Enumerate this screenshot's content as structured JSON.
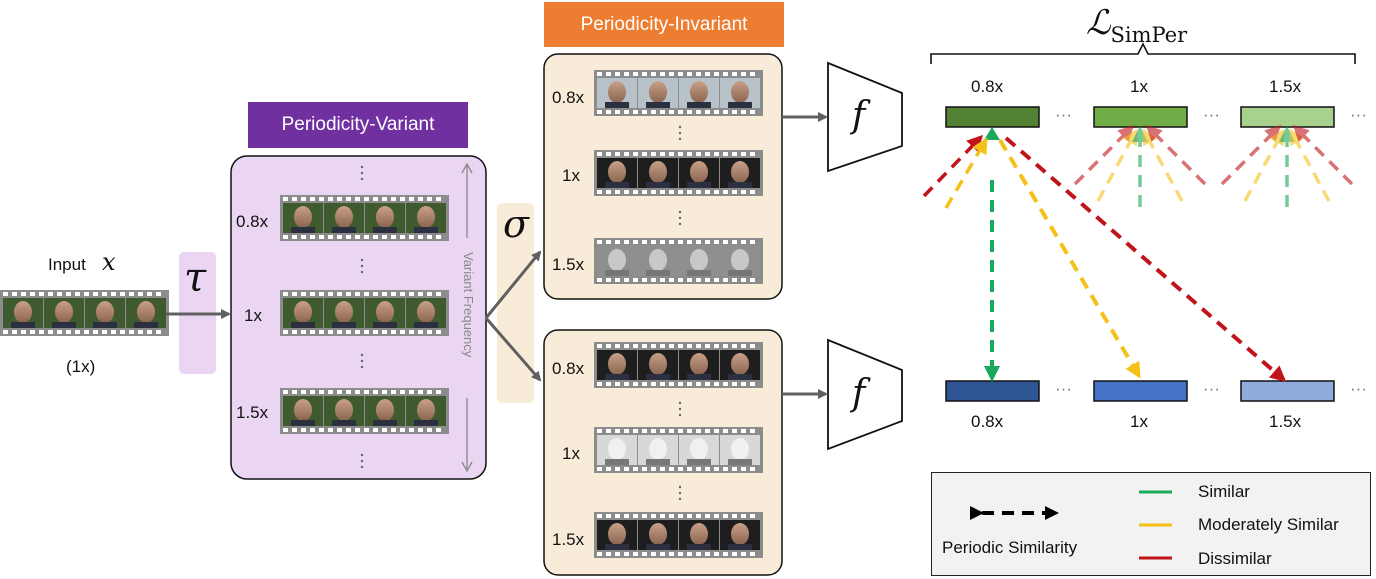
{
  "input": {
    "label": "Input",
    "symbol": "x",
    "rate": "(1x)"
  },
  "tau": "τ",
  "sigma": "σ",
  "f_symbol": "f",
  "variant": {
    "header": "Periodicity-Variant",
    "axis_label": "Variant Frequency",
    "rates": [
      "0.8x",
      "1x",
      "1.5x"
    ]
  },
  "invariant": {
    "header": "Periodicity-Invariant",
    "rates_top": [
      "0.8x",
      "1x",
      "1.5x"
    ],
    "rates_bottom": [
      "0.8x",
      "1x",
      "1.5x"
    ]
  },
  "loss": {
    "symbol": "ℒ",
    "subscript": "SimPer"
  },
  "features": {
    "top_labels": [
      "0.8x",
      "1x",
      "1.5x"
    ],
    "bottom_labels": [
      "0.8x",
      "1x",
      "1.5x"
    ],
    "ellipsis": "···",
    "top_colors": [
      "#548235",
      "#70ad47",
      "#a9d18e"
    ],
    "bottom_colors": [
      "#2f5597",
      "#4472c4",
      "#8faadc"
    ]
  },
  "legend": {
    "periodic_label": "Periodic Similarity",
    "items": [
      {
        "label": "Similar",
        "color": "#1aa85a"
      },
      {
        "label": "Moderately Similar",
        "color": "#f5c118"
      },
      {
        "label": "Dissimilar",
        "color": "#c0141b"
      }
    ]
  },
  "colors": {
    "variant_header": "#7030a0",
    "variant_box": "#ead6f3",
    "invariant_header": "#ed7d31",
    "invariant_box": "#f8ecd9",
    "op_band": "#f8ecd9",
    "tau_band": "#ead6f3",
    "film": "#8c8c8c"
  }
}
